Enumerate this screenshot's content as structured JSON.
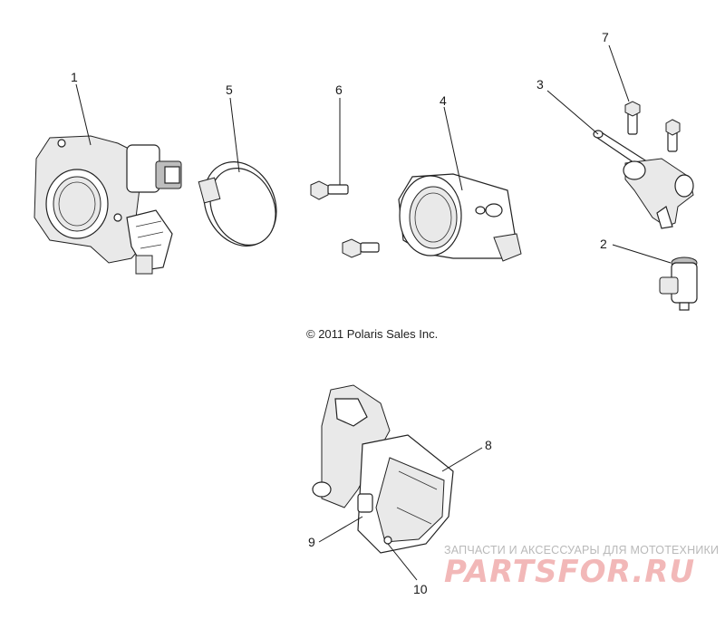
{
  "diagram": {
    "copyright": "© 2011 Polaris Sales Inc.",
    "callouts": [
      "1",
      "2",
      "3",
      "4",
      "5",
      "6",
      "7",
      "8",
      "9",
      "10"
    ]
  },
  "watermark": {
    "tagline": "ЗАПЧАСТИ И АКСЕССУАРЫ ДЛЯ МОТОТЕХНИКИ",
    "logo_text": "PARTSFOR.RU"
  },
  "colors": {
    "line": "#1a1a1a",
    "watermark_text": "#b9b9b9",
    "watermark_logo": "#f2b8b8"
  }
}
